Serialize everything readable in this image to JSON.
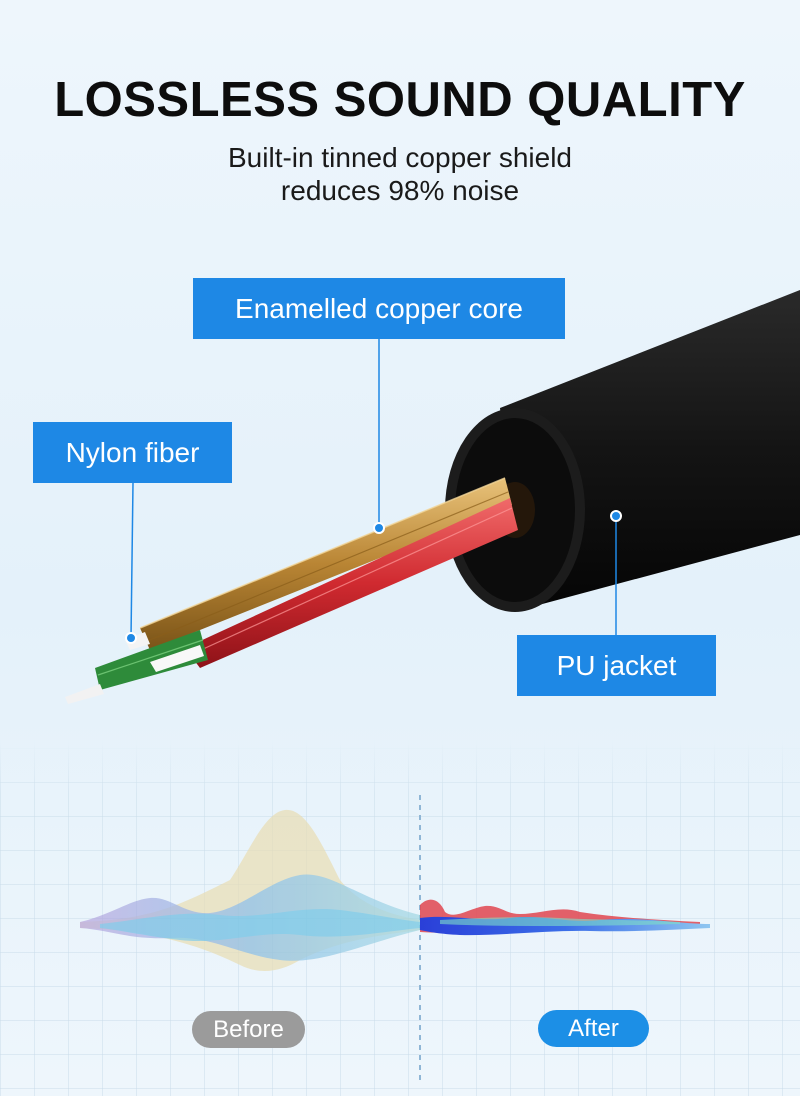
{
  "header": {
    "title": "LOSSLESS SOUND QUALITY",
    "subtitle_line1": "Built-in tinned copper shield",
    "subtitle_line2": "reduces 98% noise"
  },
  "callouts": {
    "enamelled_core": "Enamelled copper core",
    "nylon_fiber": "Nylon fiber",
    "pu_jacket": "PU jacket"
  },
  "comparison": {
    "before_label": "Before",
    "after_label": "After"
  },
  "colors": {
    "accent_blue": "#1e88e5",
    "cable_black": "#121212",
    "copper": "#c9973f",
    "red_strands": "#d8343a",
    "green_strands": "#2e8b3a",
    "before_pill": "#9b9b9b",
    "after_pill": "#1c8fe6"
  }
}
